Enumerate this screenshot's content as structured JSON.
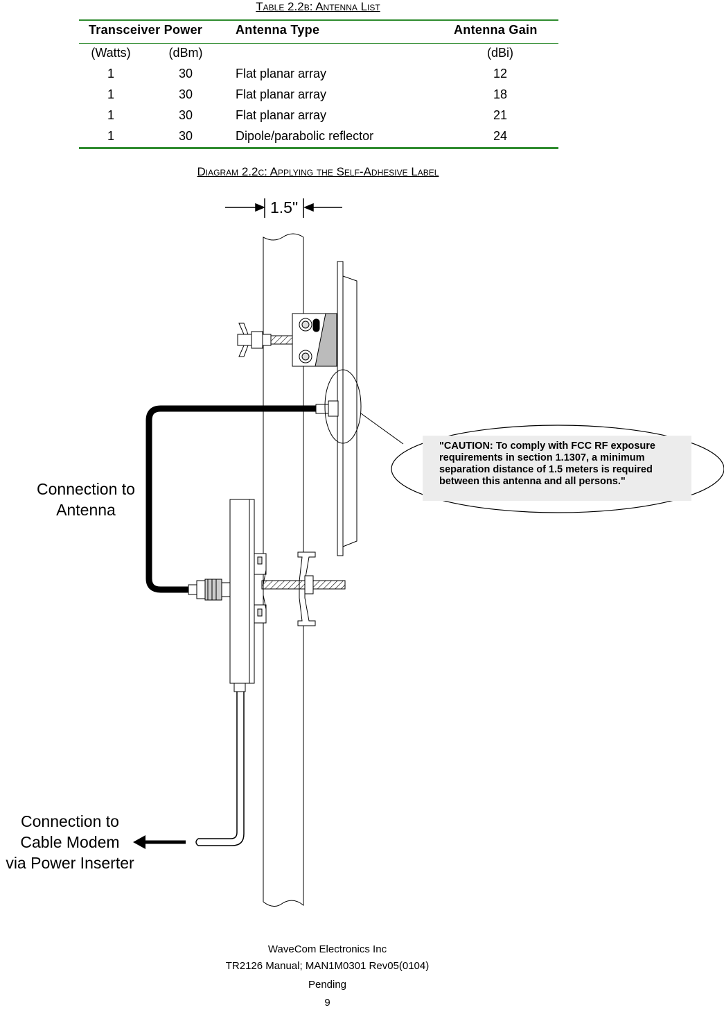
{
  "table": {
    "title": "Table 2.2b: Antenna List",
    "headers": {
      "power": "Transceiver Power",
      "type": "Antenna Type",
      "gain": "Antenna Gain"
    },
    "units": {
      "watts": "(Watts)",
      "dbm": "(dBm)",
      "dbi": "(dBi)"
    },
    "rows": [
      {
        "watts": "1",
        "dbm": "30",
        "type": "Flat planar array",
        "gain": "12"
      },
      {
        "watts": "1",
        "dbm": "30",
        "type": "Flat planar array",
        "gain": "18"
      },
      {
        "watts": "1",
        "dbm": "30",
        "type": "Flat planar array",
        "gain": "21"
      },
      {
        "watts": "1",
        "dbm": "30",
        "type": "Dipole/parabolic reflector",
        "gain": "24"
      }
    ]
  },
  "diagram": {
    "title": "Diagram 2.2c: Applying the Self-Adhesive Label",
    "dimension": "1.5\"",
    "label_antenna": [
      "Connection to",
      "Antenna"
    ],
    "label_modem": [
      "Connection to",
      "Cable Modem",
      "via Power Inserter"
    ],
    "caution": "\"CAUTION: To comply with FCC RF exposure requirements in section 1.1307, a minimum separation distance of 1.5 meters is required between this antenna and all persons.\""
  },
  "footer": {
    "company": "WaveCom Electronics Inc",
    "manual": "TR2126 Manual; MAN1M0301 Rev05(0104)",
    "status": "Pending",
    "page": "9"
  }
}
